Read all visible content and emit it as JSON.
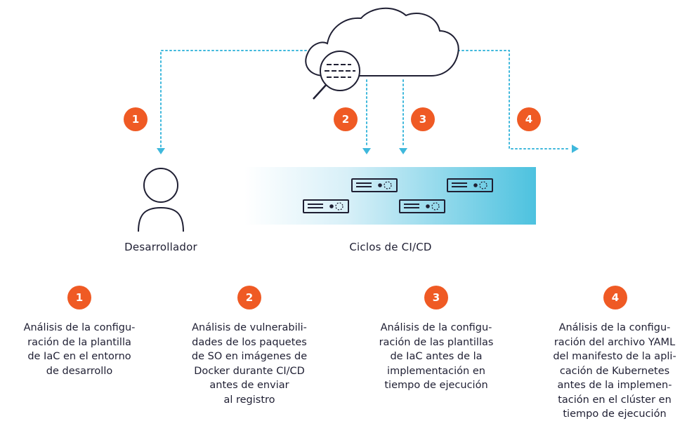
{
  "colors": {
    "accent": "#ef5a24",
    "dotted": "#3fb8dc",
    "gradient_end": "#52c4e0",
    "stroke": "#1f1f33"
  },
  "top_badges": [
    "1",
    "2",
    "3",
    "4"
  ],
  "labels": {
    "developer": "Desarrollador",
    "cicd": "Ciclos de CI/CD"
  },
  "steps": [
    {
      "number": "1",
      "lines": [
        "Análisis de la configu-",
        "ración de la plantilla",
        "de IaC en el entorno",
        "de desarrollo"
      ]
    },
    {
      "number": "2",
      "lines": [
        "Análisis de vulnerabili-",
        "dades de los paquetes",
        "de SO en imágenes de",
        "Docker durante CI/CD",
        "antes de enviar",
        "al registro"
      ]
    },
    {
      "number": "3",
      "lines": [
        "Análisis de la configu-",
        "ración de las plantillas",
        "de IaC antes de la",
        "implementación en",
        "tiempo de ejecución"
      ]
    },
    {
      "number": "4",
      "lines": [
        "Análisis de la configu-",
        "ración del archivo YAML",
        "del manifesto de la apli-",
        "cación de Kubernetes",
        "antes de la implemen-",
        "tación en el clúster en",
        "tiempo de ejecución"
      ]
    }
  ],
  "icons": [
    "cloud-icon",
    "magnifier-icon",
    "person-icon",
    "server-icon"
  ]
}
